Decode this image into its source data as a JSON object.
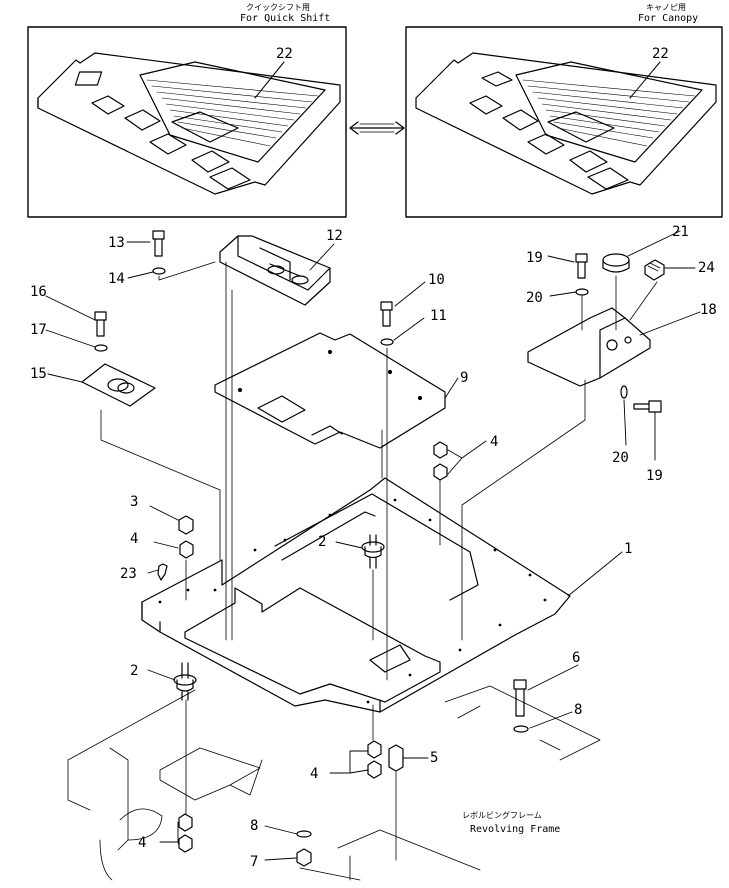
{
  "figure": {
    "insets": {
      "left": {
        "jp": "クイックシフト用",
        "en": "For Quick Shift",
        "part": "22"
      },
      "right": {
        "jp": "キャノピ用",
        "en": "For Canopy",
        "part": "22"
      }
    },
    "frame_caption": {
      "jp": "レボルビングフレーム",
      "en": "Revolving Frame"
    },
    "callouts": {
      "c1": "1",
      "c2a": "2",
      "c2b": "2",
      "c3": "3",
      "c4a": "4",
      "c4b": "4",
      "c4c": "4",
      "c4d": "4",
      "c5": "5",
      "c6": "6",
      "c7": "7",
      "c8a": "8",
      "c8b": "8",
      "c9": "9",
      "c10": "10",
      "c11": "11",
      "c12": "12",
      "c13": "13",
      "c14": "14",
      "c15": "15",
      "c16": "16",
      "c17": "17",
      "c18": "18",
      "c19a": "19",
      "c19b": "19",
      "c20a": "20",
      "c20b": "20",
      "c21": "21",
      "c23": "23",
      "c24": "24"
    }
  }
}
